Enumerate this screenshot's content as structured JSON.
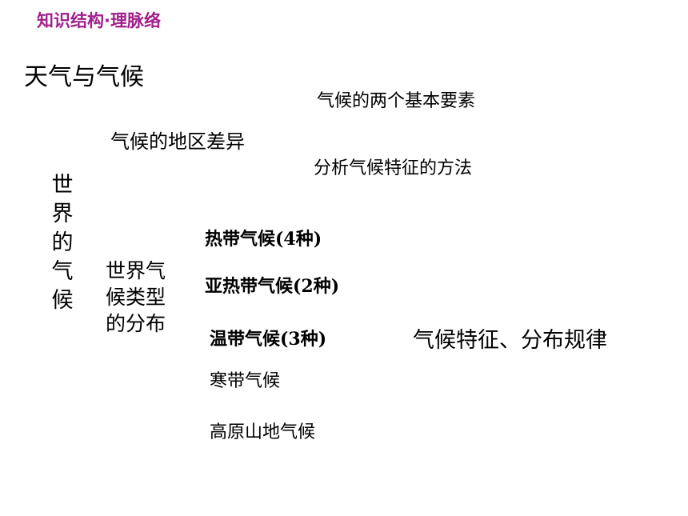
{
  "header": {
    "section_label": "知识结构·理脉络"
  },
  "outline": {
    "title": "天气与气候",
    "items": {
      "climate_elements": "气候的两个基本要素",
      "regional_differences": "气候的地区差异",
      "analysis_method": "分析气候特征的方法",
      "world_climate_vertical": [
        "世",
        "界",
        "的",
        "气",
        "候"
      ],
      "distribution": "世界气候类型的分布",
      "tropical": "热带气候(4种)",
      "subtropical": "亚热带气候(2种)",
      "temperate": "温带气候(3种)",
      "frigid": "寒带气候",
      "highland": "高原山地气候",
      "features": "气候特征、分布规律"
    }
  },
  "colors": {
    "header": "#a0208c",
    "text": "#000000",
    "background": "#ffffff"
  }
}
